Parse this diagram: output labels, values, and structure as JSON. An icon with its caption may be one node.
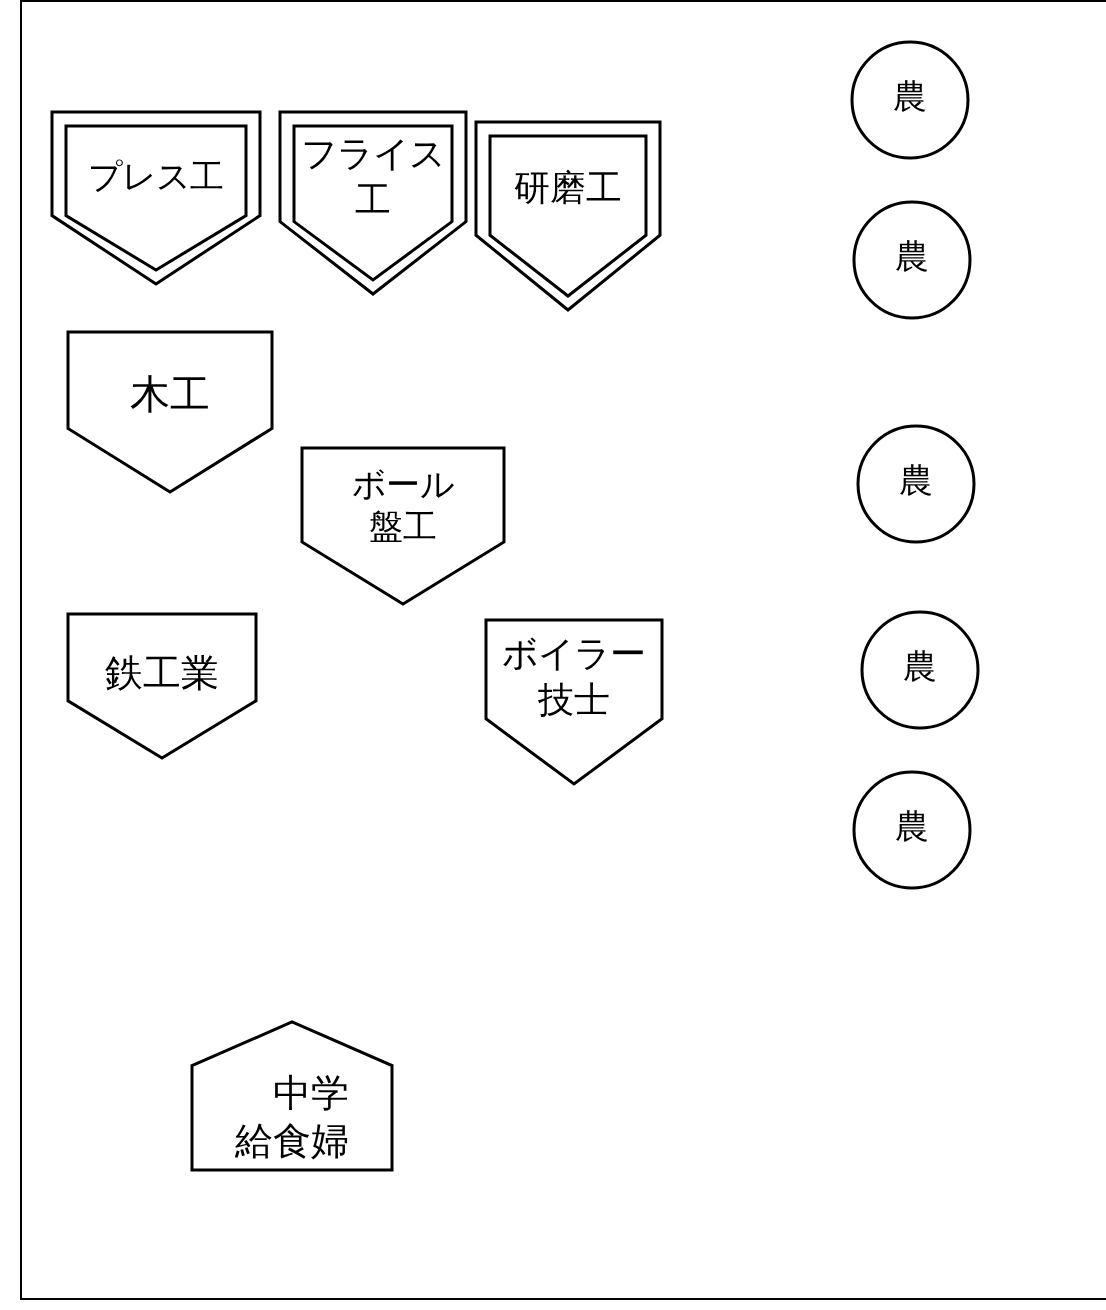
{
  "diagram": {
    "nodes": [
      {
        "text": [
          "プレス工"
        ]
      },
      {
        "text": [
          "フライス工"
        ]
      },
      {
        "text": [
          "研磨工"
        ]
      },
      {
        "text": [
          "木工"
        ]
      },
      {
        "text": [
          "ボール盤工"
        ]
      },
      {
        "text": [
          "鉄工業"
        ]
      },
      {
        "text": [
          "ボイラー技士"
        ]
      },
      {
        "text": [
          "中学給食婦"
        ]
      },
      {
        "text": [
          "農"
        ]
      },
      {
        "text": [
          "農"
        ]
      },
      {
        "text": [
          "農"
        ]
      },
      {
        "text": [
          "農"
        ]
      },
      {
        "text": [
          "農"
        ]
      }
    ]
  }
}
